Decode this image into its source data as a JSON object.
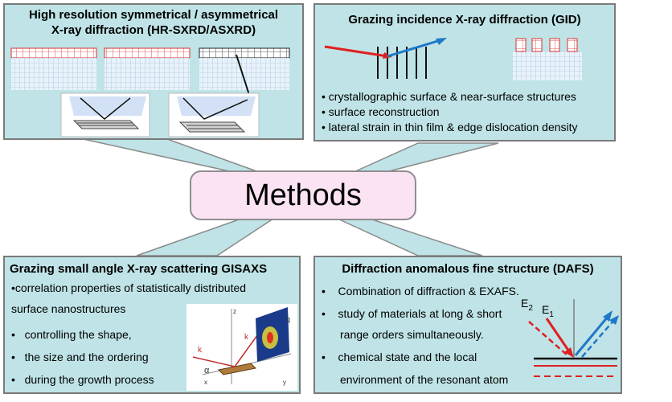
{
  "center": {
    "label": "Methods"
  },
  "panels": {
    "hr_sxrd": {
      "title_line1": "High resolution symmetrical / asymmetrical",
      "title_line2": "X-ray diffraction (HR-SXRD/ASXRD)"
    },
    "gid": {
      "title": "Grazing incidence X-ray diffraction (GID)",
      "bullets": [
        "crystallographic surface & near-surface structures",
        "surface reconstruction",
        "lateral strain in thin film & edge dislocation density"
      ]
    },
    "gisaxs": {
      "title": "Grazing small angle X-ray scattering GISAXS",
      "intro_line1": "•correlation properties of statistically distributed",
      "intro_line2": "surface nanostructures",
      "bullets": [
        "controlling the shape,",
        "the size and the ordering",
        "during the growth process"
      ],
      "figure_labels": {
        "alpha": "α",
        "kf": "k",
        "ki": "k",
        "q": "q",
        "z": "z",
        "x": "x",
        "y": "y"
      }
    },
    "dafs": {
      "title": "Diffraction anomalous fine structure (DAFS)",
      "bullets": [
        "Combination of diffraction & EXAFS.",
        "study of materials at long & short",
        "range orders simultaneously.",
        "chemical state and the local",
        "environment of the resonant atom"
      ],
      "e2": "E",
      "e2_sub": "2",
      "e1": "E",
      "e1_sub": "1"
    }
  },
  "colors": {
    "panel_bg": "#bfe3e6",
    "center_bg": "#fbe3f3",
    "grid_red": "#d93030",
    "arrow_red": "#e02020",
    "arrow_blue": "#1f78c8"
  }
}
